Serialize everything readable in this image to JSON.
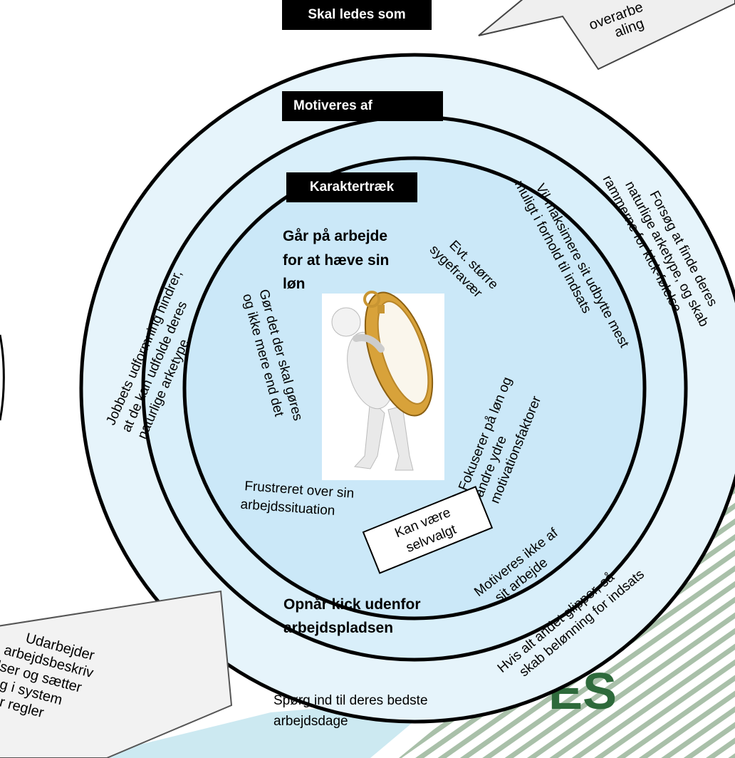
{
  "rings": {
    "outer_label": "Skal ledes som",
    "middle_label": "Motiveres af",
    "inner_label": "Karaktertræk"
  },
  "inner": {
    "top_bold": [
      "Går på arbejde",
      "for at hæve sin",
      "løn"
    ],
    "bottom_bold": [
      "Opnår kick udenfor",
      "arbejdspladsen"
    ],
    "left": [
      "Gør det der skal gøres",
      "og ikke mere end det"
    ],
    "right_top": [
      "Evt. større",
      "sygefravær"
    ],
    "right": [
      "Fokuserer på løn og",
      "andre ydre",
      "motivationsfaktorer"
    ],
    "bottom": [
      "Frustreret over sin",
      "arbejdssituation"
    ]
  },
  "middle": {
    "left": [
      "Jobbets udformning hindrer,",
      "at de kan udfolde deres",
      "naturlige arketype"
    ],
    "right_top": [
      "Vil maksimere sit udbytte mest",
      "muligt i forhold til indsats"
    ],
    "bottom_right": [
      "Motiveres ikke af",
      "sit arbejde"
    ]
  },
  "outer": {
    "right": [
      "Forsøg at finde deres",
      "naturlige arketype, og skab",
      "rammerne for kick-følelse"
    ],
    "bottom_right": [
      "Hvis alt andet glipper, så",
      "skab belønning for indsats"
    ],
    "bottom": [
      "Spørg ind til deres bedste",
      "arbejdsdage"
    ]
  },
  "note": [
    "Kan være",
    "selvvalgt"
  ],
  "callout_top_right": [
    "overarbe",
    "aling"
  ],
  "callout_bottom_left": [
    "Udarbejder",
    "arbejdsbeskriv",
    "elser og sætter",
    "ning i system",
    "ftaler regler"
  ],
  "background_letters": "ES",
  "colors": {
    "outer_fill": "#e6f4fb",
    "middle_fill": "#d9effa",
    "inner_fill": "#cbe8f8",
    "stripe_green": "#7e9f7e",
    "stripe_blue": "#bfe3ee",
    "logo_green": "#2e6a3b"
  },
  "icon": "man-carrying-stopwatch-icon"
}
